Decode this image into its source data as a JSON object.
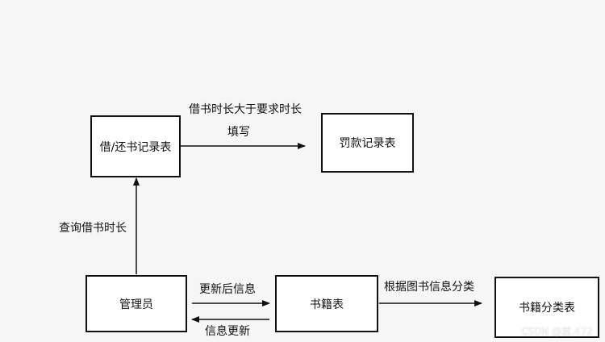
{
  "boxes": {
    "borrow_return": "借/还书记录表",
    "fine": "罚款记录表",
    "admin": "管理员",
    "books": "书籍表",
    "category": "书籍分类表"
  },
  "edges": {
    "borrow_to_fine_top": "借书时长大于要求时长",
    "borrow_to_fine_bottom": "填写",
    "admin_to_borrow": "查询借书时长",
    "admin_to_books": "更新后信息",
    "books_to_admin": "信息更新",
    "books_to_category": "根据图书信息分类"
  },
  "watermark": "CSDN @棠.472"
}
